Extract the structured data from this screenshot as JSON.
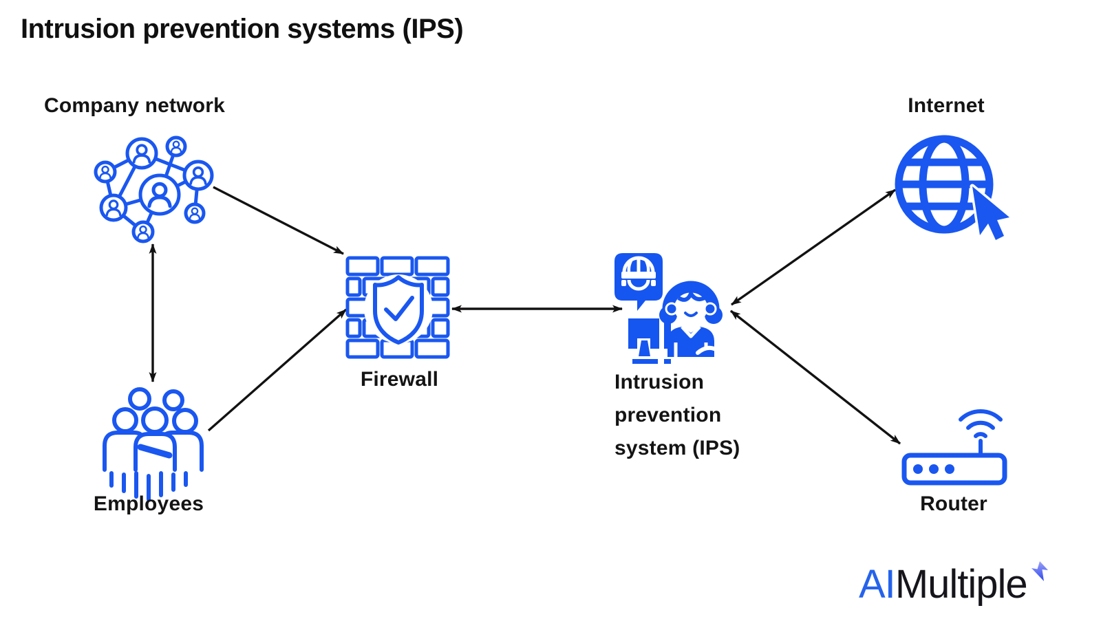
{
  "title": "Intrusion prevention systems (IPS)",
  "nodes": {
    "company_network": {
      "label": "Company network",
      "icon": "network-of-people-icon"
    },
    "internet": {
      "label": "Internet",
      "icon": "globe-with-cursor-icon"
    },
    "firewall": {
      "label": "Firewall",
      "icon": "brick-wall-shield-check-icon"
    },
    "ips": {
      "label": "Intrusion prevention system (IPS)",
      "icon": "analyst-with-headset-monitor-and-hacker-alert-icon"
    },
    "employees": {
      "label": "Employees",
      "icon": "group-of-people-icon"
    },
    "router": {
      "label": "Router",
      "icon": "wifi-router-icon"
    }
  },
  "connections": [
    {
      "from": "company_network",
      "to": "firewall",
      "direction": "one-way"
    },
    {
      "from": "company_network",
      "to": "employees",
      "direction": "two-way"
    },
    {
      "from": "employees",
      "to": "firewall",
      "direction": "one-way"
    },
    {
      "from": "firewall",
      "to": "ips",
      "direction": "two-way"
    },
    {
      "from": "ips",
      "to": "internet",
      "direction": "two-way"
    },
    {
      "from": "ips",
      "to": "router",
      "direction": "two-way"
    }
  ],
  "logo": {
    "ai": "AI",
    "multiple": "Multiple",
    "mark": "zigzag-bolt"
  },
  "colors": {
    "icon_blue": "#1A57F0",
    "icon_blue_fill": "#1656F0",
    "text_black": "#141414",
    "arrow_black": "#121212",
    "logo_blue": "#2563EB",
    "logo_mark_top": "#9BA0F8",
    "logo_mark_bottom": "#2E49EE"
  }
}
